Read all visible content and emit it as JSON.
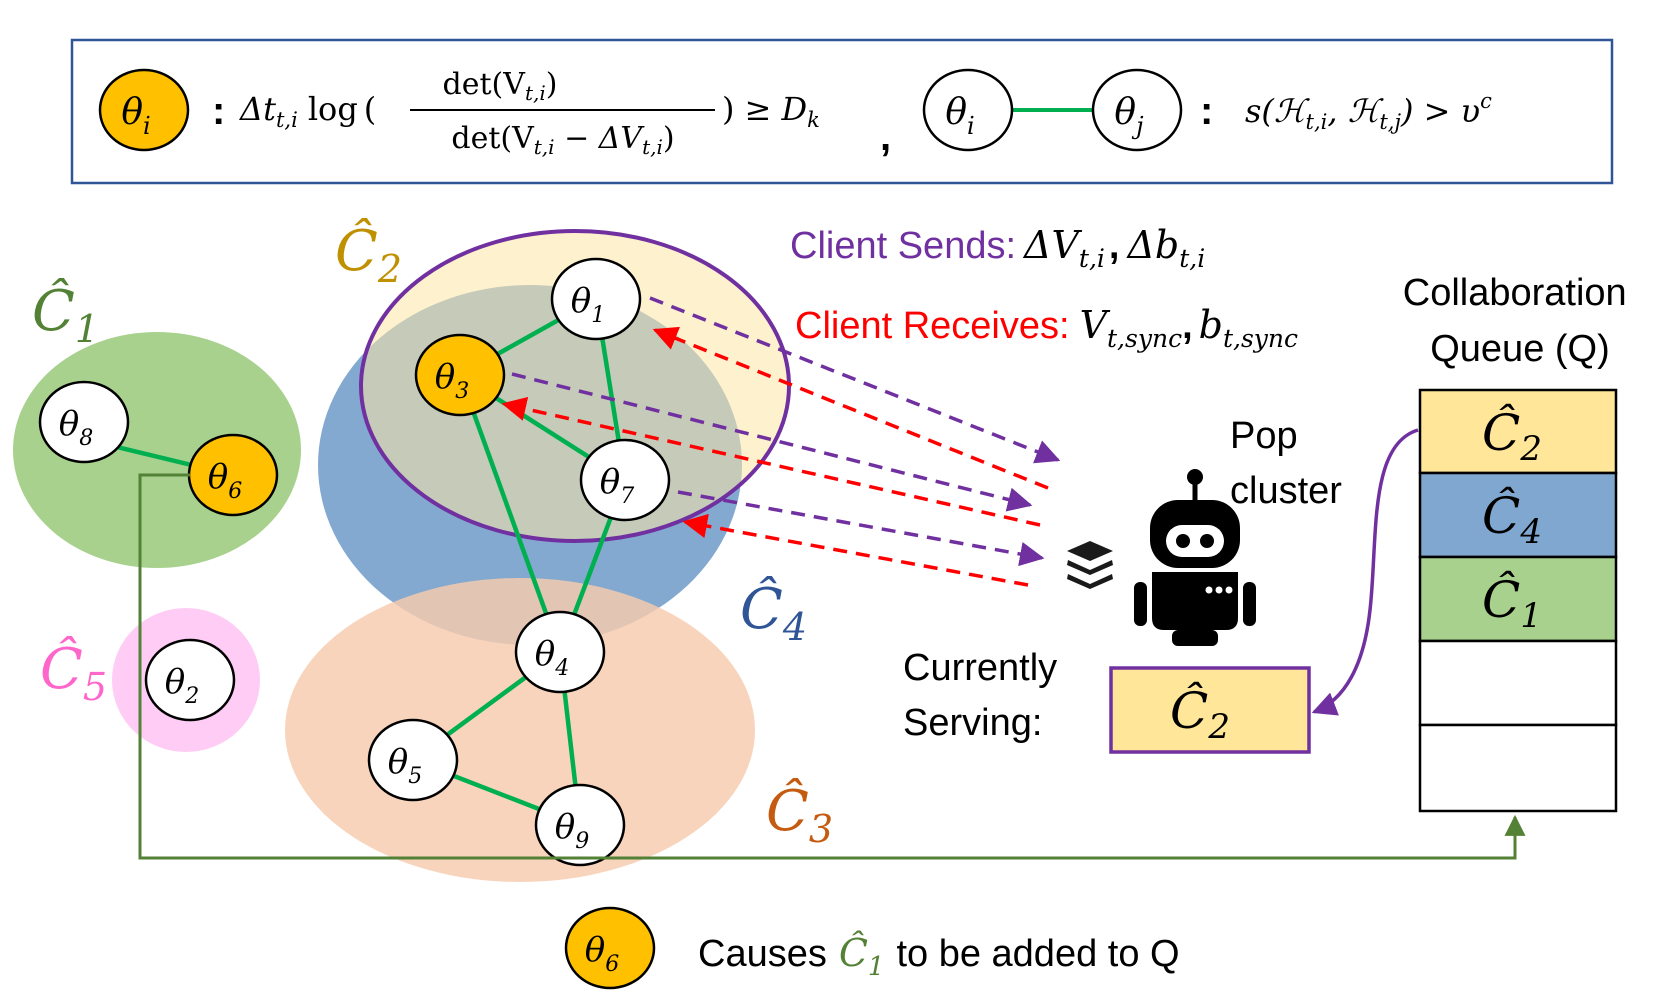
{
  "legend": {
    "node_label": "θ",
    "node_sub": "i",
    "colon": ":",
    "separator": ",",
    "condition_prefix": "Δt",
    "condition_prefix_sub": "t,i",
    "condition_log": "log",
    "condition_num": "det(V",
    "condition_num_sub": "t,i",
    "condition_num_end": ")",
    "condition_den": "det(V",
    "condition_den_sub": "t,i",
    "condition_den_mid": " − ΔV",
    "condition_den_sub2": "t,i",
    "condition_den_end": ")",
    "condition_suffix": "≥ D",
    "condition_suffix_sub": "k",
    "edge_node_a": "θ",
    "edge_node_a_sub": "i",
    "edge_node_b": "θ",
    "edge_node_b_sub": "j",
    "similarity_text": "s(",
    "similarity_h1": "ℋ",
    "similarity_h1_sub": "t,i",
    "similarity_mid": ", ",
    "similarity_h2": "ℋ",
    "similarity_h2_sub": "t,j",
    "similarity_end": ") > υ",
    "similarity_sup": "c"
  },
  "clusters": [
    {
      "id": "C1",
      "label": "Ĉ",
      "sub": "1",
      "color": "#538135",
      "fill": "#a9d18e"
    },
    {
      "id": "C2",
      "label": "Ĉ",
      "sub": "2",
      "color": "#bf9000",
      "fill": "#fbe5a6"
    },
    {
      "id": "C3",
      "label": "Ĉ",
      "sub": "3",
      "color": "#c55a11",
      "fill": "#f8cbad"
    },
    {
      "id": "C4",
      "label": "Ĉ",
      "sub": "4",
      "color": "#2f5597",
      "fill": "#7fa7cf"
    },
    {
      "id": "C5",
      "label": "Ĉ",
      "sub": "5",
      "color": "#ff66cc",
      "fill": "#ffccf5"
    }
  ],
  "nodes": [
    {
      "id": "n1",
      "label": "θ",
      "sub": "1",
      "active": false
    },
    {
      "id": "n2",
      "label": "θ",
      "sub": "2",
      "active": false
    },
    {
      "id": "n3",
      "label": "θ",
      "sub": "3",
      "active": true
    },
    {
      "id": "n4",
      "label": "θ",
      "sub": "4",
      "active": false
    },
    {
      "id": "n5",
      "label": "θ",
      "sub": "5",
      "active": false
    },
    {
      "id": "n6",
      "label": "θ",
      "sub": "6",
      "active": true
    },
    {
      "id": "n7",
      "label": "θ",
      "sub": "7",
      "active": false
    },
    {
      "id": "n8",
      "label": "θ",
      "sub": "8",
      "active": false
    },
    {
      "id": "n9",
      "label": "θ",
      "sub": "9",
      "active": false
    }
  ],
  "edges": [
    [
      "n1",
      "n3"
    ],
    [
      "n1",
      "n7"
    ],
    [
      "n3",
      "n7"
    ],
    [
      "n3",
      "n4"
    ],
    [
      "n7",
      "n4"
    ],
    [
      "n4",
      "n5"
    ],
    [
      "n4",
      "n9"
    ],
    [
      "n5",
      "n9"
    ],
    [
      "n8",
      "n6"
    ]
  ],
  "client_sends": {
    "label": "Client Sends:",
    "value_a": "ΔV",
    "value_a_sub": "t,i",
    "value_b": "Δb",
    "value_b_sub": "t,i",
    "color": "#7030a0"
  },
  "client_receives": {
    "label": "Client Receives:",
    "value_a": "V",
    "value_a_sub": "t,sync",
    "value_b": "b",
    "value_b_sub": "t,sync",
    "color": "#ff0000"
  },
  "separator": ",",
  "server": {
    "icon": "robot-icon",
    "layers_icon": "layers-icon",
    "pop_line1": "Pop",
    "pop_line2": "cluster",
    "serving_line1": "Currently",
    "serving_line2": "Serving:",
    "serving_label": "Ĉ",
    "serving_sub": "2",
    "serving_fill": "#ffe699",
    "serving_border": "#7030a0"
  },
  "queue": {
    "title_line1": "Collaboration",
    "title_line2": "Queue (Q)",
    "items": [
      {
        "label": "Ĉ",
        "sub": "2",
        "fill": "#ffe699"
      },
      {
        "label": "Ĉ",
        "sub": "4",
        "fill": "#7fa7cf"
      },
      {
        "label": "Ĉ",
        "sub": "1",
        "fill": "#a9d18e"
      },
      {
        "label": "",
        "sub": "",
        "fill": "#ffffff"
      },
      {
        "label": "",
        "sub": "",
        "fill": "#ffffff"
      }
    ]
  },
  "footer": {
    "node_label": "θ",
    "node_sub": "6",
    "text_before": "Causes",
    "cluster_label": "Ĉ",
    "cluster_sub": "1",
    "text_after": "to be added to Q"
  },
  "colors": {
    "edge": "#00b050",
    "active_node": "#ffc000",
    "legend_border": "#2f5597",
    "feedback_arrow": "#538135",
    "queue_arrow": "#7030a0"
  }
}
